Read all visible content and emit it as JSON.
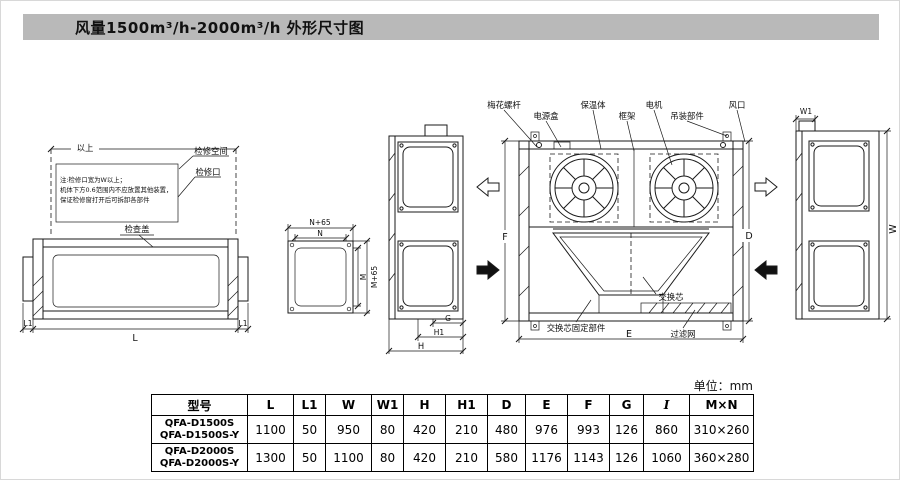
{
  "page": {
    "title": "风量1500m³/h-2000m³/h 外形尺寸图",
    "unit_label": "单位：mm"
  },
  "left_view": {
    "above_label": "以上",
    "service_space": "检修空间",
    "access_port": "检修口",
    "note_line1": "注:检修口宽为W以上；",
    "note_line2": "机体下方0.6范围内不应放置其他装置，",
    "note_line3": "保证检修窗打开后可拆卸各部件",
    "inspection_cover": "检查盖",
    "dim_l": "L",
    "dim_l1_left": "L1",
    "dim_l1_right": "L1"
  },
  "duct_view": {
    "dim_n65": "N+65",
    "dim_n": "N",
    "dim_m": "M",
    "dim_m65": "M+65"
  },
  "front_view": {
    "dim_g": "G",
    "dim_h1": "H1",
    "dim_h": "H"
  },
  "main_view": {
    "part_torx_screw": "梅花螺杆",
    "part_power_box": "电源盒",
    "part_casing": "保温体",
    "part_frame": "框架",
    "part_motor": "电机",
    "part_hanging": "吊装部件",
    "part_air_vent": "风口",
    "part_exchange_core": "交换芯",
    "part_core_fixing": "交换芯固定部件",
    "part_filter": "过滤网",
    "dim_f": "F",
    "dim_d": "D",
    "dim_e": "E"
  },
  "right_view": {
    "dim_w1": "W1",
    "dim_w": "W"
  },
  "table": {
    "headers": [
      "型号",
      "L",
      "L1",
      "W",
      "W1",
      "H",
      "H1",
      "D",
      "E",
      "F",
      "G",
      "I",
      "M×N"
    ],
    "rows": [
      {
        "model_a": "QFA-D1500S",
        "model_b": "QFA-D1500S-Y",
        "values": [
          "1100",
          "50",
          "950",
          "80",
          "420",
          "210",
          "480",
          "976",
          "993",
          "126",
          "860",
          "310×260"
        ]
      },
      {
        "model_a": "QFA-D2000S",
        "model_b": "QFA-D2000S-Y",
        "values": [
          "1300",
          "50",
          "1100",
          "80",
          "420",
          "210",
          "580",
          "1176",
          "1143",
          "126",
          "1060",
          "360×280"
        ]
      }
    ]
  }
}
